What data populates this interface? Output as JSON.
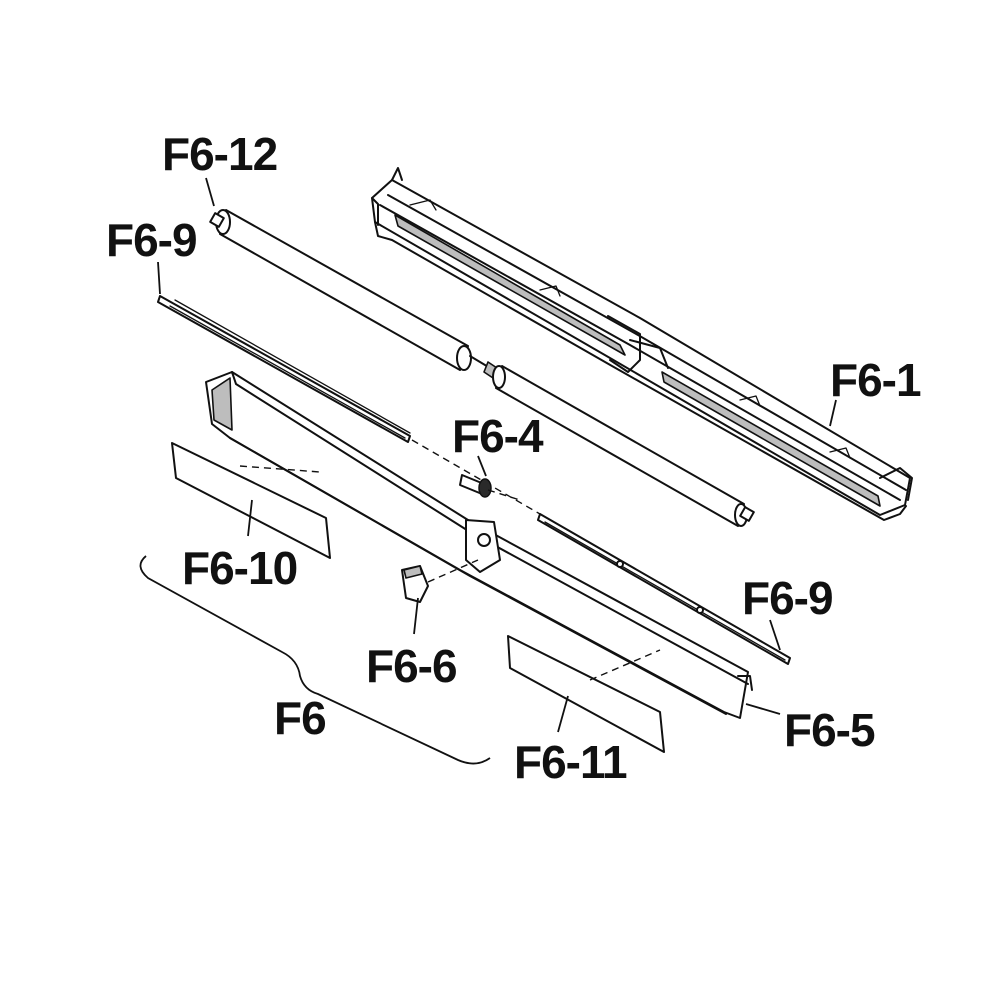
{
  "labels": {
    "f6_12": "F6-12",
    "f6_9_top": "F6-9",
    "f6_1": "F6-1",
    "f6_4": "F6-4",
    "f6_10": "F6-10",
    "f6_9_right": "F6-9",
    "f6_6": "F6-6",
    "f6": "F6",
    "f6_5": "F6-5",
    "f6_11": "F6-11"
  }
}
